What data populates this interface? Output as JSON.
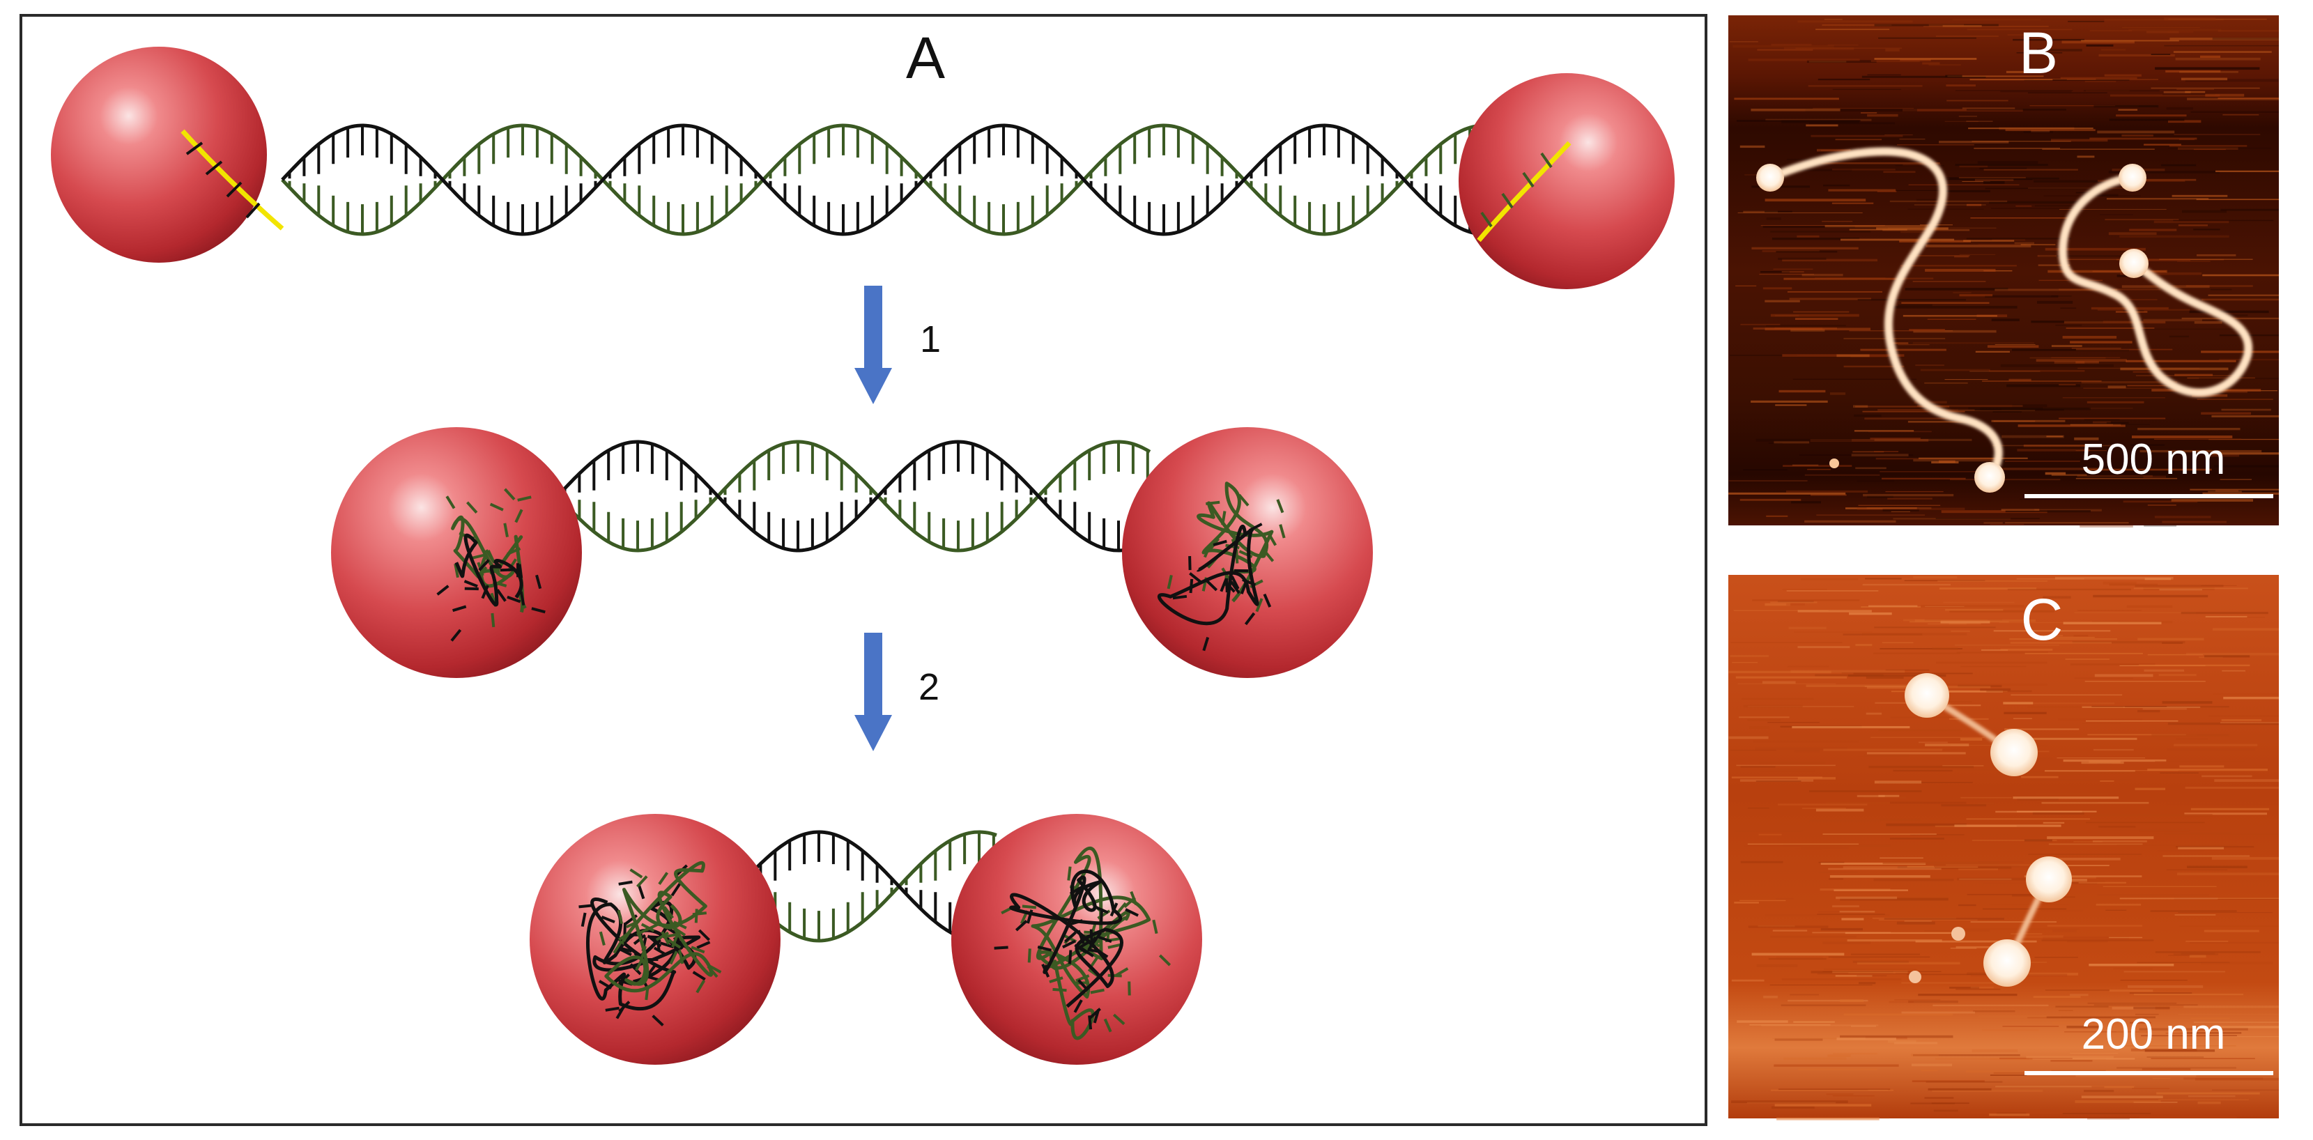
{
  "panel_a": {
    "label": "A",
    "step_labels": [
      "1",
      "2"
    ]
  },
  "panel_b": {
    "label": "B",
    "scalebar_text": "500 nm"
  },
  "panel_c": {
    "label": "C",
    "scalebar_text": "200 nm"
  },
  "colors": {
    "strand_black": "#111111",
    "strand_green": "#3b5a23",
    "linker_yellow": "#f2e400",
    "bead_red": "#d64a4f",
    "arrow_blue": "#4a74c6",
    "afm_dark": "#3a0d00",
    "afm_orange": "#c44a10",
    "afm_white": "#fff4e8",
    "frame": "#2a2a2a"
  }
}
